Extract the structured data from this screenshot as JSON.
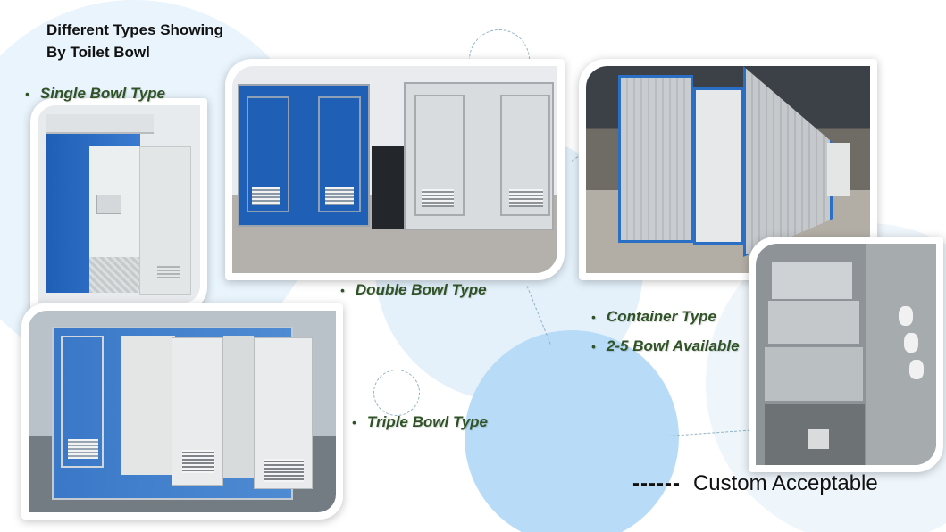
{
  "heading": {
    "line1": "Different Types Showing",
    "line2": "By Toilet Bowl"
  },
  "bullets": {
    "bullet_glyph": "•",
    "single": "Single Bowl Type",
    "double": "Double Bowl Type",
    "triple": "Triple Bowl Type",
    "container": "Container Type",
    "bowls_available": "2-5 Bowl Available"
  },
  "footer": {
    "dashes": "------",
    "text": "Custom Acceptable"
  },
  "photos": {
    "single": "single-bowl-toilet-photo",
    "double": "double-bowl-toilet-photo",
    "container": "container-toilet-photo",
    "triple": "triple-bowl-toilet-photo",
    "interior": "container-interior-photo"
  },
  "colors": {
    "bullet_text": "#2f5226",
    "heading_text": "#111111",
    "panel_blue": "#2a63b8",
    "panel_grey": "#d9dcde",
    "accent_light_blue": "#b8dcf8"
  }
}
